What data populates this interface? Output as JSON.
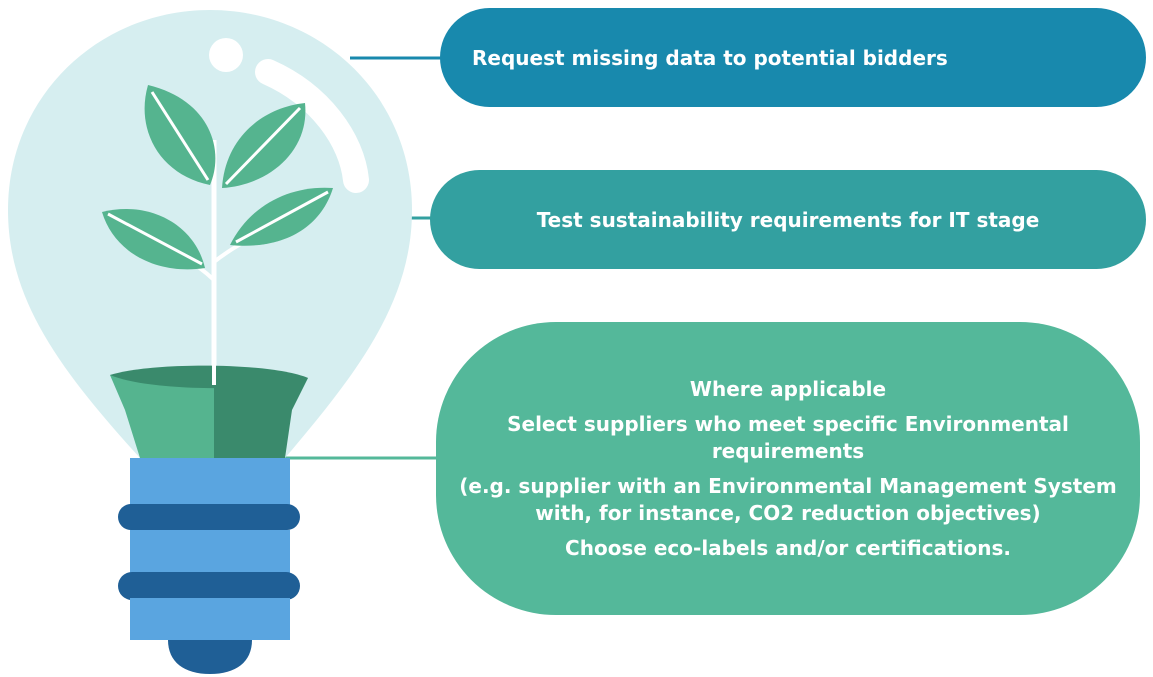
{
  "colors": {
    "box1": "#1889ad",
    "box2": "#33a0a0",
    "box3": "#54b89a",
    "bulb_glass": "#d6eef0",
    "leaf": "#55b48f",
    "pot_dark": "#3a8a6c",
    "base_light": "#5aa5e0",
    "base_dark": "#1f5f96"
  },
  "boxes": [
    {
      "text": "Request missing data to potential bidders"
    },
    {
      "text": "Test sustainability requirements for IT stage"
    },
    {
      "heading": "Where applicable",
      "line1": "Select suppliers who meet specific Environmental requirements",
      "line2": "(e.g. supplier with an Environmental Management System with, for instance, CO2 reduction objectives)",
      "line3": "Choose eco-labels and/or certifications."
    }
  ],
  "icon": "lightbulb-plant-icon"
}
